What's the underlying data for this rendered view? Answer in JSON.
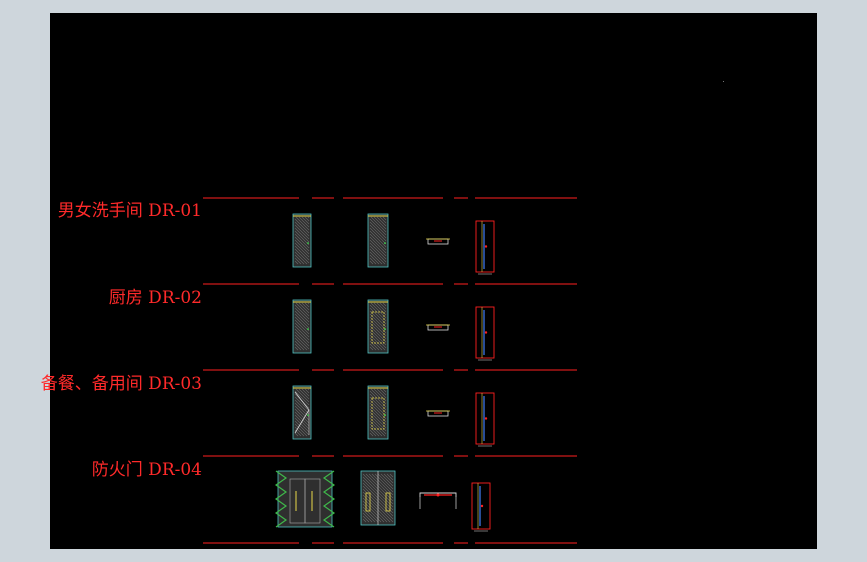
{
  "window": {
    "background": "#ced6dc"
  },
  "viewport": {
    "background": "#000000"
  },
  "colors": {
    "label": "#ff2a2a",
    "line": "#ff2020",
    "door_fill": "#2f2f2f",
    "door_edge": "#4fc3c3",
    "accent_yellow": "#e8d84a",
    "accent_green": "#3fb84a",
    "accent_blue": "#3a6ed8"
  },
  "rows": [
    {
      "id": "DR-01",
      "label": "男女洗手间 DR-01",
      "variant": "toilet"
    },
    {
      "id": "DR-02",
      "label": "厨房 DR-02",
      "variant": "kitchen"
    },
    {
      "id": "DR-03",
      "label": "备餐、备用间 DR-03",
      "variant": "pantry"
    },
    {
      "id": "DR-04",
      "label": "防火门 DR-04",
      "variant": "fire"
    }
  ]
}
